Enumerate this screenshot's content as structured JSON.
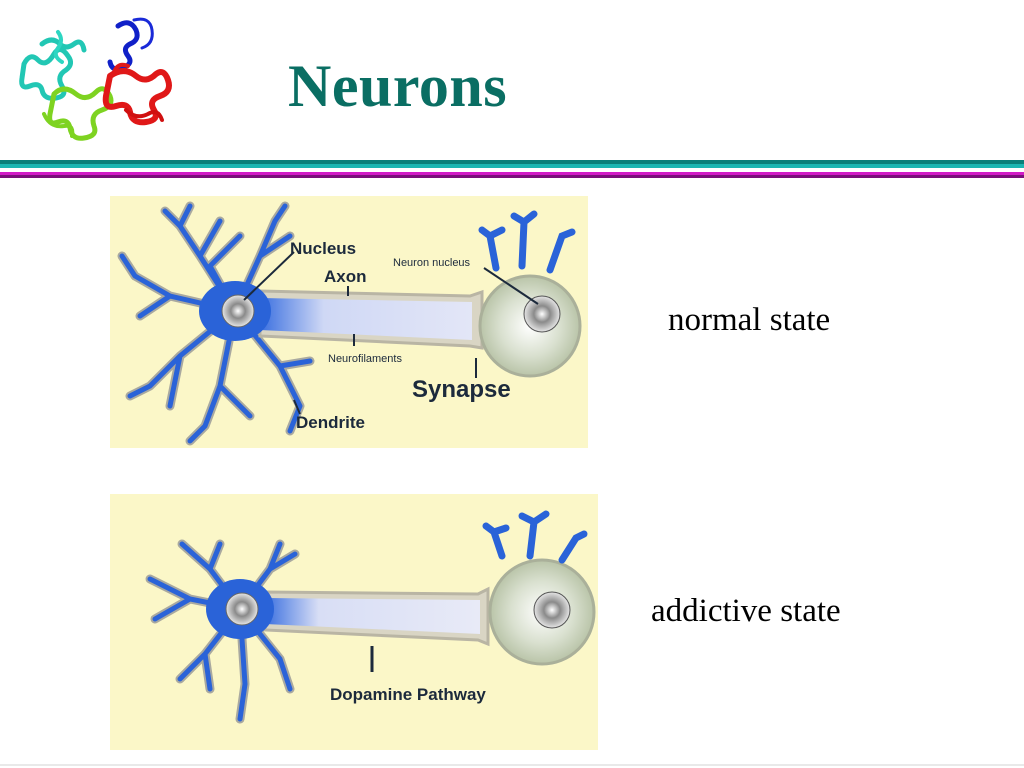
{
  "slide": {
    "title": "Neurons"
  },
  "panels": [
    {
      "caption": "normal state",
      "labels": {
        "nucleus": "Nucleus",
        "axon": "Axon",
        "neuron_nucleus": "Neuron nucleus",
        "neurofilaments": "Neurofilaments",
        "synapse": "Synapse",
        "dendrite": "Dendrite"
      }
    },
    {
      "caption": "addictive state",
      "labels": {
        "dopamine_pathway": "Dopamine Pathway"
      }
    }
  ],
  "colors": {
    "title": "#0a6e63",
    "panel_bg": "#fbf7c8",
    "neuron_blue": "#1f5fd6",
    "teal_bar": "#0a7f79",
    "magenta_bar": "#d21ac7"
  },
  "icons": {
    "logo": "protein-ribbon-structure"
  }
}
